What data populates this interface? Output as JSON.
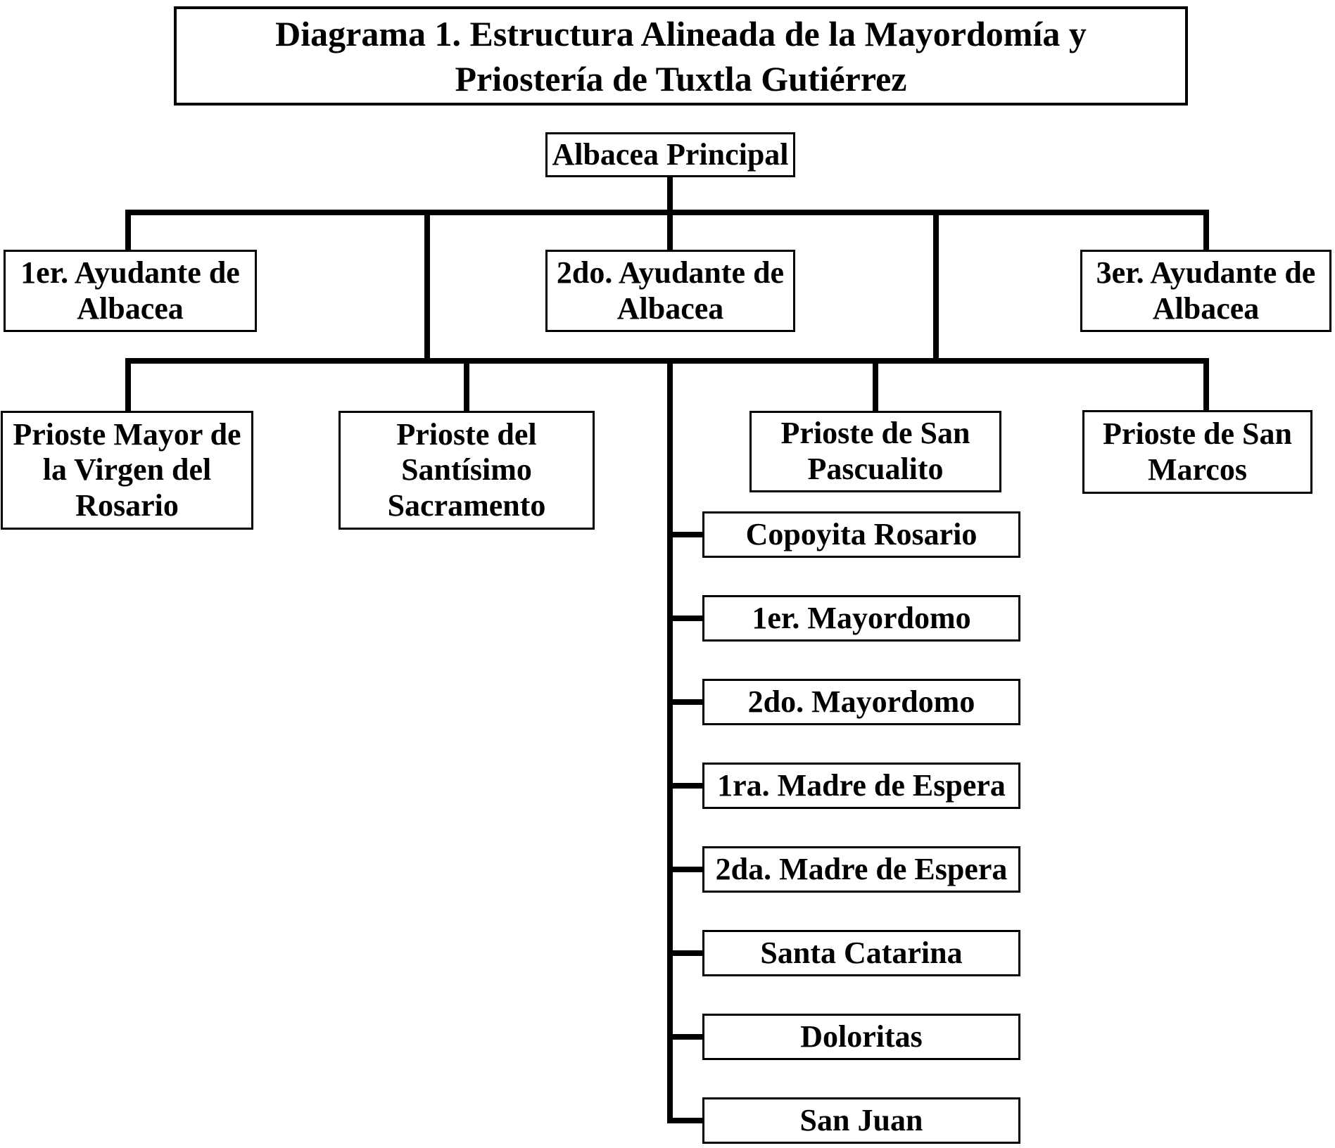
{
  "diagram": {
    "title": "Diagrama 1. Estructura Alineada de la Mayordomía y Priostería de Tuxtla Gutiérrez",
    "root": "Albacea Principal",
    "assistants": [
      "1er. Ayudante de Albacea",
      "2do. Ayudante de Albacea",
      "3er. Ayudante de Albacea"
    ],
    "priostes": [
      "Prioste Mayor de la Virgen del Rosario",
      "Prioste del Santísimo Sacramento",
      "Prioste de San Pascualito",
      "Prioste de San Marcos"
    ],
    "list": [
      "Copoyita Rosario",
      "1er. Mayordomo",
      "2do. Mayordomo",
      "1ra. Madre de Espera",
      "2da. Madre de Espera",
      "Santa Catarina",
      "Doloritas",
      "San Juan"
    ],
    "colors": {
      "line": "#000000",
      "background": "#ffffff",
      "text": "#000000"
    }
  }
}
